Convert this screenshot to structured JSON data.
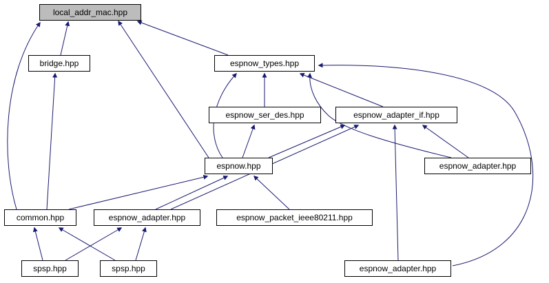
{
  "graph": {
    "colors": {
      "edge": "#191970",
      "node_border": "#000000",
      "node_fill": "#ffffff",
      "root_fill": "#bcbcbc"
    },
    "nodes": [
      {
        "id": "local_addr_mac",
        "label": "local_addr_mac.hpp",
        "is_root": true
      },
      {
        "id": "bridge",
        "label": "bridge.hpp",
        "is_root": false
      },
      {
        "id": "espnow_types",
        "label": "espnow_types.hpp",
        "is_root": false
      },
      {
        "id": "espnow_ser_des",
        "label": "espnow_ser_des.hpp",
        "is_root": false
      },
      {
        "id": "espnow_adapter_if",
        "label": "espnow_adapter_if.hpp",
        "is_root": false
      },
      {
        "id": "espnow",
        "label": "espnow.hpp",
        "is_root": false
      },
      {
        "id": "espnow_adapter_right",
        "label": "espnow_adapter.hpp",
        "is_root": false
      },
      {
        "id": "common",
        "label": "common.hpp",
        "is_root": false
      },
      {
        "id": "espnow_adapter_mid",
        "label": "espnow_adapter.hpp",
        "is_root": false
      },
      {
        "id": "espnow_packet_ieee80211",
        "label": "espnow_packet_ieee80211.hpp",
        "is_root": false
      },
      {
        "id": "spsp_left",
        "label": "spsp.hpp",
        "is_root": false
      },
      {
        "id": "spsp_right",
        "label": "spsp.hpp",
        "is_root": false
      },
      {
        "id": "espnow_adapter_bottom",
        "label": "espnow_adapter.hpp",
        "is_root": false
      }
    ],
    "edges": [
      {
        "from": "bridge",
        "to": "local_addr_mac"
      },
      {
        "from": "espnow_types",
        "to": "local_addr_mac"
      },
      {
        "from": "common",
        "to": "local_addr_mac"
      },
      {
        "from": "espnow",
        "to": "local_addr_mac"
      },
      {
        "from": "common",
        "to": "bridge"
      },
      {
        "from": "espnow_ser_des",
        "to": "espnow_types"
      },
      {
        "from": "espnow_adapter_if",
        "to": "espnow_types"
      },
      {
        "from": "espnow",
        "to": "espnow_types"
      },
      {
        "from": "espnow_adapter_right",
        "to": "espnow_types"
      },
      {
        "from": "espnow_adapter_bottom",
        "to": "espnow_types"
      },
      {
        "from": "espnow",
        "to": "espnow_ser_des"
      },
      {
        "from": "espnow",
        "to": "espnow_adapter_if"
      },
      {
        "from": "espnow_adapter_right",
        "to": "espnow_adapter_if"
      },
      {
        "from": "espnow_adapter_bottom",
        "to": "espnow_adapter_if"
      },
      {
        "from": "espnow_adapter_mid",
        "to": "espnow_adapter_if"
      },
      {
        "from": "common",
        "to": "espnow"
      },
      {
        "from": "espnow_packet_ieee80211",
        "to": "espnow"
      },
      {
        "from": "espnow_adapter_mid",
        "to": "espnow"
      },
      {
        "from": "spsp_left",
        "to": "common"
      },
      {
        "from": "spsp_right",
        "to": "common"
      },
      {
        "from": "spsp_left",
        "to": "espnow_adapter_mid"
      },
      {
        "from": "spsp_right",
        "to": "espnow_adapter_mid"
      }
    ]
  }
}
